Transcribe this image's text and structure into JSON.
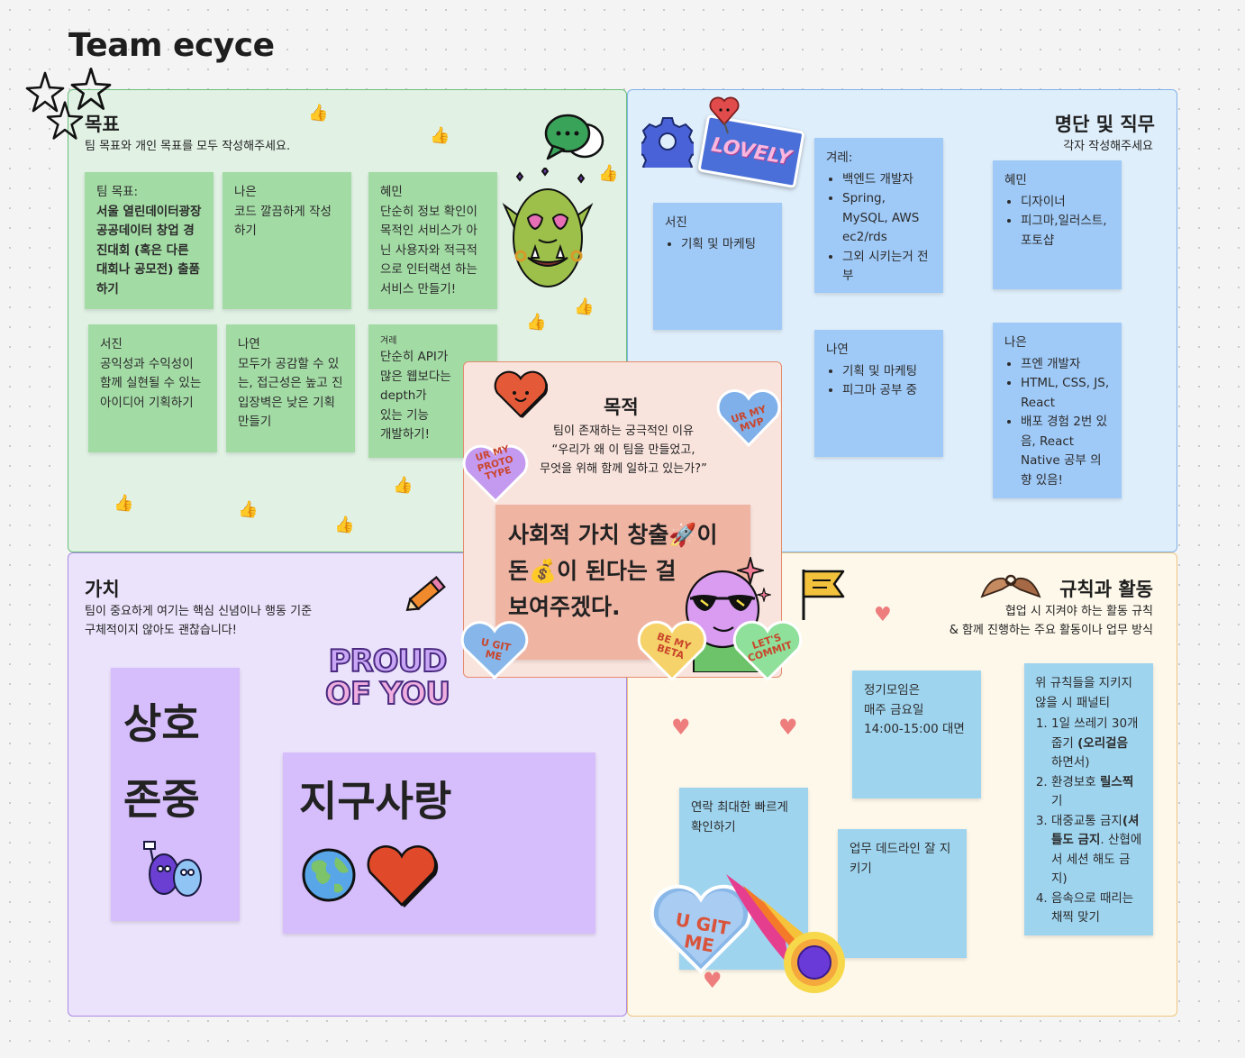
{
  "board": {
    "title": "Team ecyce"
  },
  "goal": {
    "title": "목표",
    "subtitle": "팀 목표와 개인 목표를 모두 작성해주세요.",
    "notes": [
      {
        "label": "팀 목표:",
        "text": "서울 열린데이터광장 공공데이터 창업 경진대회 (혹은 다른 대회나 공모전) 출품하기"
      },
      {
        "label": "나은",
        "text": "코드 깔끔하게 작성하기"
      },
      {
        "label": "혜민",
        "text": "단순히 정보 확인이 목적인 서비스가 아닌 사용자와 적극적으로 인터랙션 하는 서비스 만들기!"
      },
      {
        "label": "서진",
        "text": "공익성과 수익성이 함께 실현될 수 있는 아이디어 기획하기"
      },
      {
        "label": "나연",
        "text": "모두가 공감할 수 있는, 접근성은 높고 진입장벽은 낮은 기획 만들기"
      },
      {
        "label": "겨레",
        "text_a": "단순히 API가",
        "text_b": "많은 웹보다는",
        "text_c": "depth가",
        "text_d": "있는 기능",
        "text_e": "개발하기!"
      }
    ]
  },
  "team": {
    "title": "명단 및 직무",
    "subtitle": "각자 작성해주세요",
    "notes": [
      {
        "label": "서진",
        "items": [
          "기획 및 마케팅"
        ]
      },
      {
        "label": "겨레:",
        "items": [
          "백엔드 개발자",
          "Spring, MySQL, AWS ec2/rds",
          "그외 시키는거 전부"
        ]
      },
      {
        "label": "혜민",
        "items": [
          "디자이너",
          "피그마,일러스트,포토샵"
        ]
      },
      {
        "label": "나연",
        "items": [
          "기획 및 마케팅",
          "피그마 공부 중"
        ]
      },
      {
        "label": "나은",
        "items": [
          "프엔 개발자",
          "HTML, CSS, JS, React",
          "배포 경험 2번 있음, React Native 공부 의향 있음!"
        ]
      }
    ]
  },
  "purpose": {
    "title": "목적",
    "subtitle_1": "팀이 존재하는 궁극적인 이유",
    "subtitle_2": "“우리가 왜 이 팀을 만들었고,",
    "subtitle_3": "무엇을 위해 함께 일하고 있는가?”",
    "note_line1": "사회적 가치 창출🚀이",
    "note_line2": "돈💰이 된다는 걸",
    "note_line3": "보여주겠다."
  },
  "value": {
    "title": "가치",
    "subtitle_1": "팀이 중요하게 여기는 핵심 신념이나 행동 기준",
    "subtitle_2": "구체적이지 않아도 괜찮습니다!",
    "note1_line1": "상호",
    "note1_line2": "존중",
    "note2": "지구사랑"
  },
  "rules": {
    "title": "규칙과 활동",
    "subtitle_1": "협업 시 지켜야 하는 활동 규칙",
    "subtitle_2": "& 함께 진행하는 주요 활동이나 업무 방식",
    "note_meeting_1": "정기모임은",
    "note_meeting_2": "매주 금요일",
    "note_meeting_3": "14:00-15:00 대면",
    "note_contact": "연락 최대한 빠르게 확인하기",
    "note_deadline": "업무 데드라인 잘 지키기",
    "penalty": {
      "intro": "위 규칙들을 지키지 않을 시 패널티",
      "i1_a": "1일 쓰레기 30개 줍기 ",
      "i1_b": "(오리걸음",
      "i1_c": " 하면서)",
      "i2_a": "환경보호 ",
      "i2_b": "릴스찍",
      "i2_c": "기",
      "i3_a": "대중교통 금지",
      "i3_b": "(셔틀도 금지",
      "i3_c": ". 산협에서 세션 해도 금지)",
      "i4": "음속으로 때리는 채찍 맞기"
    }
  },
  "stickers": {
    "lovely": "LOVELY",
    "proud_1": "PROUD",
    "proud_2": "OF YOU",
    "heart_ur_my_mvp": "UR MY MVP",
    "heart_proto": "UR MY PROTO TYPE",
    "heart_u_git_me_small": "U GIT ME",
    "heart_be_my_beta": "BE MY BETA",
    "heart_lets_commit": "LET'S COMMIT",
    "heart_u_git_me_big": "U GIT ME"
  },
  "colors": {
    "goal_bg": "#e1f2e5",
    "team_bg": "#dfeefb",
    "value_bg": "#ebe2fb",
    "rules_bg": "#fdf8ea",
    "purpose_bg": "#f9e3dd"
  },
  "icons": [
    "star-doodle-icon",
    "thumbs-up-icon",
    "speech-bubbles-icon",
    "goblin-sticker-icon",
    "gear-icon",
    "pushpin-heart-icon",
    "heart-face-icon",
    "pencil-icon",
    "globe-icon",
    "heart-icon",
    "flag-icon",
    "pinky-promise-icon",
    "comet-icon",
    "sparkle-icon",
    "cool-face-sticker-icon",
    "monster-pair-sticker-icon"
  ]
}
